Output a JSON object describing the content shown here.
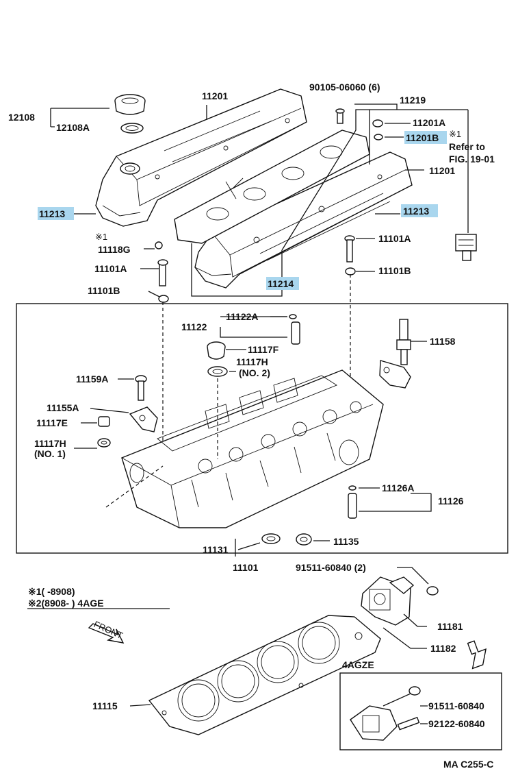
{
  "diagram_id": "MA C255-C",
  "labels": {
    "p12108": "12108",
    "p12108A": "12108A",
    "p11201_top": "11201",
    "p90105": "90105-06060 (6)",
    "p11219": "11219",
    "p11201A": "11201A",
    "p11201B": "11201B",
    "p11201B_mark": "※1",
    "refer_to": "Refer to",
    "fig_ref": "FIG. 19-01",
    "p11201_right": "11201",
    "p11213_left": "11213",
    "p11213_right": "11213",
    "mark1": "※1",
    "p11118G": "11118G",
    "p11101A_left": "11101A",
    "p11101B_left": "11101B",
    "p11214": "11214",
    "p11101A_right": "11101A",
    "p11101B_right": "11101B",
    "p11122": "11122",
    "p11122A": "11122A",
    "p11117F": "11117F",
    "p11117H_mid": "11117H",
    "no2": "(NO. 2)",
    "p11158": "11158",
    "p11159A": "11159A",
    "p11155A": "11155A",
    "p11117E": "11117E",
    "p11117H_left": "11117H",
    "no1": "(NO. 1)",
    "p11126A": "11126A",
    "p11126": "11126",
    "p11131": "11131",
    "p11135": "11135",
    "p11101": "11101",
    "p91511_top": "91511-60840 (2)",
    "p11181": "11181",
    "p11182": "11182",
    "legend1": "※1(      -8908)",
    "legend2": "※2(8908-        ) 4AGE",
    "front": "FRONT",
    "variant": "4AGZE",
    "p11115": "11115",
    "p91511_box": "91511-60840",
    "p92122_box": "92122-60840",
    "code": "MA C255-C"
  },
  "highlight_color": "#a9d6ee"
}
